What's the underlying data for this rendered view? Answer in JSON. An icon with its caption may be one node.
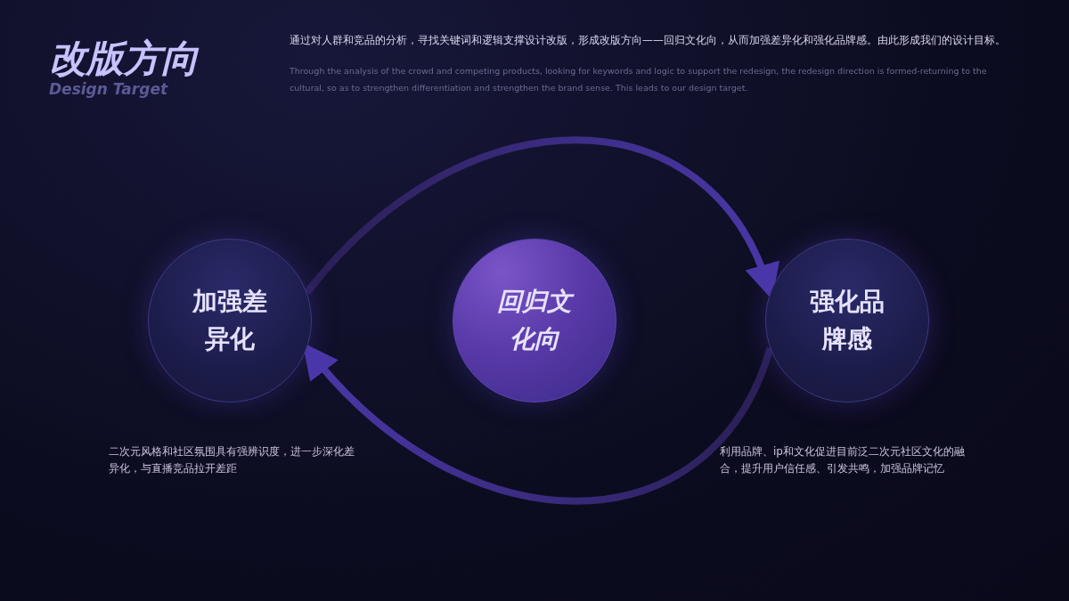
{
  "diagram": {
    "title": "改版方向",
    "nodes": [
      {
        "text": [
          "加强差异化"
        ]
      },
      {
        "text": [
          "回归文化向"
        ]
      },
      {
        "text": [
          "强化品牌感"
        ]
      }
    ],
    "edges": [
      {
        "from": 0,
        "to": 2,
        "arrow": "to"
      },
      {
        "from": 2,
        "to": 0,
        "arrow": "to"
      }
    ],
    "labels": [
      "Design Target",
      "通过对人群和竞品的分析，寻找关键词和逻辑支撑设计改版，形成改版方向——回归文化向，从而加强差异化和强化品牌感。由此形成我们的设计目标。",
      "Through the analysis of the crowd and competing products, looking for keywords and logic to support the redesign, the redesign direction is formed-returning to the cultural, so as to strengthen differentiation and strengthen the brand sense. This leads to our design target.",
      "二次元风格和社区氛围具有强辨识度，进一步深化差异化，与直播竞品拉开差距",
      "利用品牌、ip和文化促进目前泛二次元社区文化的融合，提升用户信任感、引发共鸣，加强品牌记忆"
    ]
  }
}
